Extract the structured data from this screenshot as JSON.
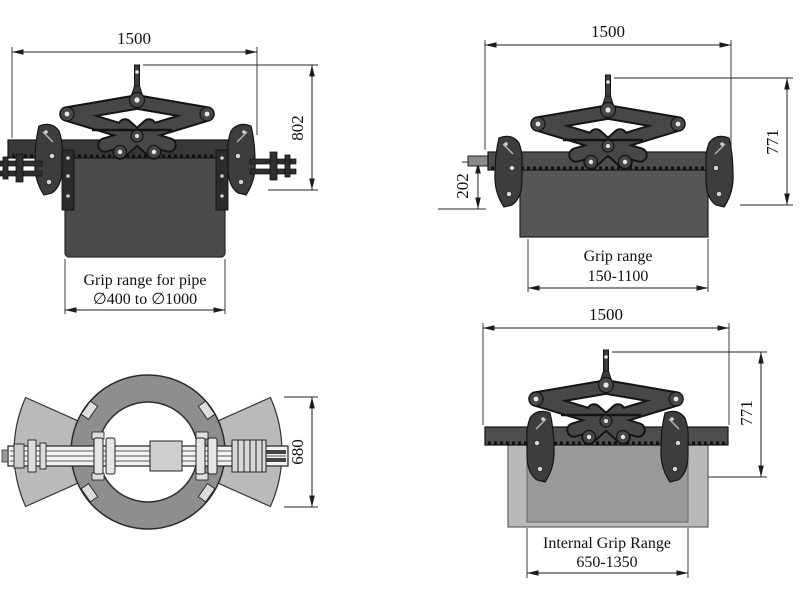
{
  "drawing": {
    "type": "technical-drawing",
    "subject": "scissor pipe grab / lifting clamp, four orthographic views"
  },
  "colors": {
    "background": "#ffffff",
    "line": "#1c1c1c",
    "mechanism_dark": "#454545",
    "mechanism_outline": "#141414",
    "beam_gray": "#4e4e4e",
    "beam_dark": "#383838",
    "pipe_gray": "#4b4b4b",
    "slab_dark": "#565656",
    "slab_light": "#b9b9b9",
    "slab_inner": "#9a9a9a",
    "ring_gray": "#8e8e8e",
    "pad_gray": "#bababa",
    "hole_light": "#d5d5d5"
  },
  "views": {
    "front_pipe_grip": {
      "dim_width": "1500",
      "dim_height": "802",
      "label_line1": "Grip range for pipe",
      "label_line2": "∅400 to ∅1000"
    },
    "front_slab_grip": {
      "dim_width": "1500",
      "dim_height": "771",
      "dim_jaw_depth": "202",
      "label_line1": "Grip range",
      "label_line2": "150-1100"
    },
    "top_view": {
      "dim_depth": "680"
    },
    "front_internal_grip": {
      "dim_width": "1500",
      "dim_height": "771",
      "label_line1": "Internal Grip Range",
      "label_line2": "650-1350"
    }
  }
}
